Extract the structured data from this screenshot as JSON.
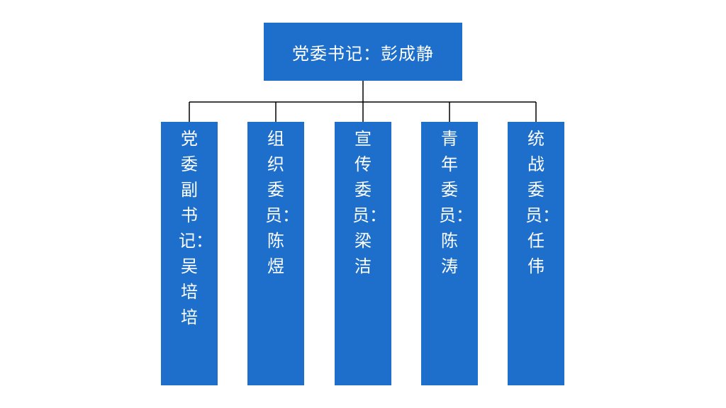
{
  "colors": {
    "box_fill": "#1E6FCB",
    "line": "#000000",
    "text": "#FFFFFF",
    "background": "#FFFFFF"
  },
  "root": {
    "label": "党委书记：彭成静"
  },
  "members": [
    {
      "id": "deputy-secretary",
      "label": "党委副书记：吴培培"
    },
    {
      "id": "organization-member",
      "label": "组织委员：陈　煜"
    },
    {
      "id": "publicity-member",
      "label": "宣传委员：梁　洁"
    },
    {
      "id": "youth-member",
      "label": "青年委员：陈　涛"
    },
    {
      "id": "united-front-member",
      "label": "统战委员：任　伟"
    }
  ]
}
